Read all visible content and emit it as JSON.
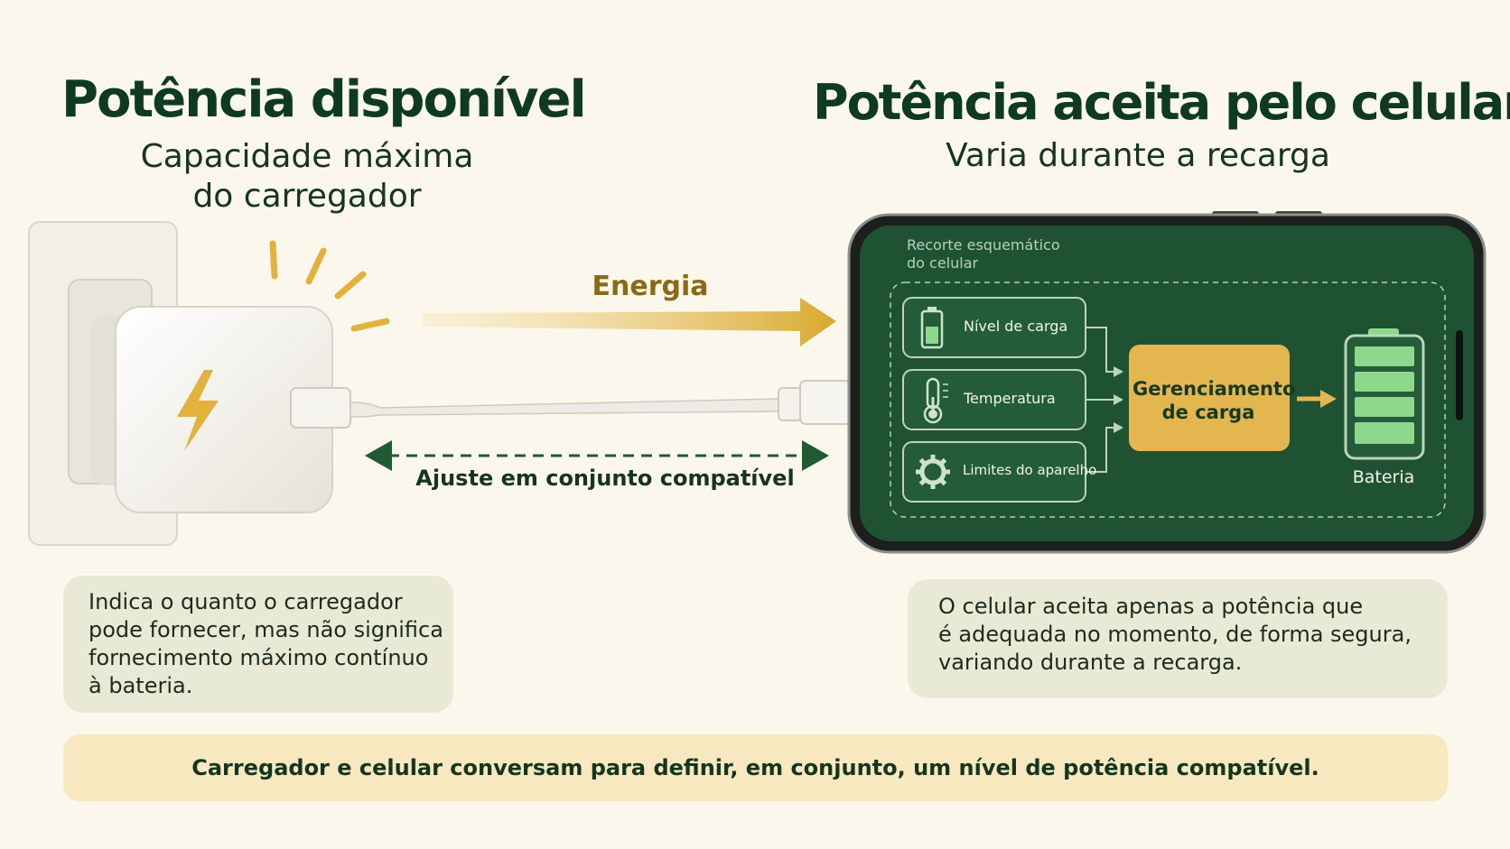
{
  "left": {
    "title": "Potência disponível",
    "subtitle_line1": "Capacidade máxima",
    "subtitle_line2": "do carregador",
    "note_lines": [
      "Indica o quanto o carregador",
      "pode fornecer, mas não significa",
      "fornecimento máximo contínuo",
      "à bateria."
    ]
  },
  "right": {
    "title": "Potência aceita pelo celular",
    "subtitle": "Varia durante a recarga",
    "note_lines": [
      "O celular aceita apenas a potência que",
      "é adequada no momento, de forma segura,",
      "variando durante a recarga."
    ]
  },
  "middle": {
    "energy_label": "Energia",
    "adjust_label": "Ajuste em conjunto compatível"
  },
  "phone": {
    "caption_line1": "Recorte esquemático",
    "caption_line2": "do celular",
    "factors": [
      {
        "label": "Nível de carga",
        "icon": "battery-icon"
      },
      {
        "label": "Temperatura",
        "icon": "thermometer-icon"
      },
      {
        "label": "Limites do aparelho",
        "icon": "gear-icon"
      }
    ],
    "management_line1": "Gerenciamento",
    "management_line2": "de carga",
    "battery_label": "Bateria"
  },
  "footer": "Carregador e celular conversam para definir, em conjunto, um nível de potência compatível.",
  "colors": {
    "background": "#fbf7ed",
    "dark_green": "#0f3a22",
    "screen_green": "#1f5233",
    "gold": "#e3b650",
    "bolt": "#e3b23c",
    "battery_green": "#8ed88b",
    "card": "#e8ead5",
    "footer": "#f8e8bf"
  }
}
